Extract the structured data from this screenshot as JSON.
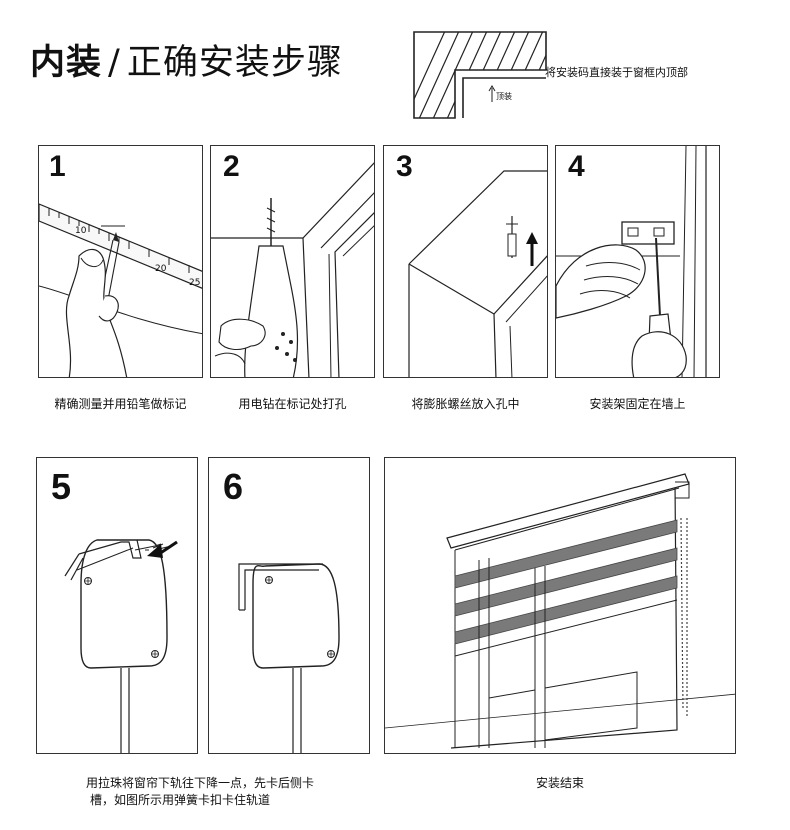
{
  "title": {
    "bold": "内装",
    "sep": "/",
    "rest": "正确安装步骤"
  },
  "top_diagram": {
    "note": "将安装码直接装于窗框内顶部",
    "label": "顶装"
  },
  "steps": [
    {
      "num": "1",
      "caption": "精确测量并用铅笔做标记",
      "ruler_ticks": [
        "10",
        "20",
        "25"
      ]
    },
    {
      "num": "2",
      "caption": "用电钻在标记处打孔"
    },
    {
      "num": "3",
      "caption": "将膨胀螺丝放入孔中"
    },
    {
      "num": "4",
      "caption": "安装架固定在墙上"
    },
    {
      "num": "5",
      "caption_line1": "用拉珠将窗帘下轨往下降一点，先卡后侧卡",
      "caption_line2": "槽，如图所示用弹簧卡扣卡住轨道"
    },
    {
      "num": "6"
    },
    {
      "caption": "安装结束"
    }
  ],
  "colors": {
    "line": "#222222",
    "stripe": "#7a7a7a",
    "panel_border": "#333333"
  }
}
